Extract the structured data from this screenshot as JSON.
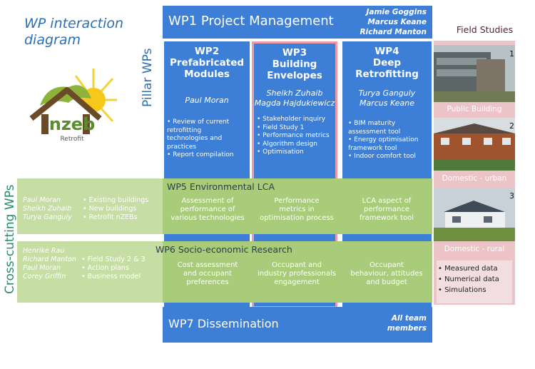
{
  "title": "WP interaction diagram",
  "logo": {
    "brand": "nzeb",
    "sub": "Retrofit"
  },
  "labels": {
    "pillar": "Pillar WPs",
    "cross": "Cross-cutting WPs"
  },
  "wp1": {
    "name": "WP1 Project Management",
    "people": [
      "Jamie Goggins",
      "Marcus Keane",
      "Richard Manton"
    ]
  },
  "wp2": {
    "head": [
      "WP2",
      "Prefabricated",
      "Modules"
    ],
    "leaders": [
      "Paul Moran"
    ],
    "tasks": [
      "• Review of current",
      "retrofitting",
      "technologies and",
      "practices",
      "• Report compilation"
    ]
  },
  "wp3": {
    "head": [
      "WP3",
      "Building",
      "Envelopes"
    ],
    "leaders": [
      "Sheikh Zuhaib",
      "Magda Hajdukiewicz"
    ],
    "tasks": [
      "• Stakeholder inquiry",
      "• Field Study 1",
      "• Performance metrics",
      "• Algorithm design",
      "• Optimisation"
    ]
  },
  "wp4": {
    "head": [
      "WP4",
      "Deep",
      "Retrofitting"
    ],
    "leaders": [
      "Turya Ganguly",
      "Marcus Keane"
    ],
    "tasks": [
      "• BIM maturity",
      "assessment tool",
      "• Energy optimisation",
      "framework tool",
      "• Indoor comfort tool"
    ]
  },
  "wp5": {
    "name": "WP5 Environmental LCA",
    "people": [
      "Paul Moran",
      "Sheikh Zuhaib",
      "Turya Ganguly"
    ],
    "tasks": [
      "• Existing buildings",
      "• New buildings",
      "• Retrofit nZEBs"
    ],
    "cells": [
      [
        "Assessment of",
        "performance of",
        "various technologies"
      ],
      [
        "Performance",
        "metrics in",
        "optimisation process"
      ],
      [
        "LCA aspect of",
        "performance",
        "framework tool"
      ]
    ]
  },
  "wp6": {
    "name": "WP6 Socio-economic Research",
    "people": [
      "Henrike Rau",
      "Richard Manton",
      "Paul Moran",
      "Corey Griffin"
    ],
    "tasks": [
      "• Field Study 2 & 3",
      "• Action plans",
      "• Business model"
    ],
    "cells": [
      [
        "Cost assessment",
        "and occupant",
        "preferences"
      ],
      [
        "Occupant and",
        "industry professionals",
        "engagement"
      ],
      [
        "Occupant",
        "behaviour, attitudes",
        "and budget"
      ]
    ]
  },
  "wp7": {
    "name": "WP7 Dissemination",
    "people": [
      "All team",
      "members"
    ]
  },
  "field_studies": {
    "title": "Field Studies",
    "items": [
      {
        "num": "1",
        "label": "Public Building"
      },
      {
        "num": "2",
        "label": "Domestic - urban"
      },
      {
        "num": "3",
        "label": "Domestic - rural"
      }
    ],
    "bullets": [
      "• Measured data",
      "• Numerical data",
      "• Simulations"
    ]
  },
  "colors": {
    "blue": "#3d7fd6",
    "green": "#a9cc7a",
    "pink": "#ecc3c7"
  }
}
